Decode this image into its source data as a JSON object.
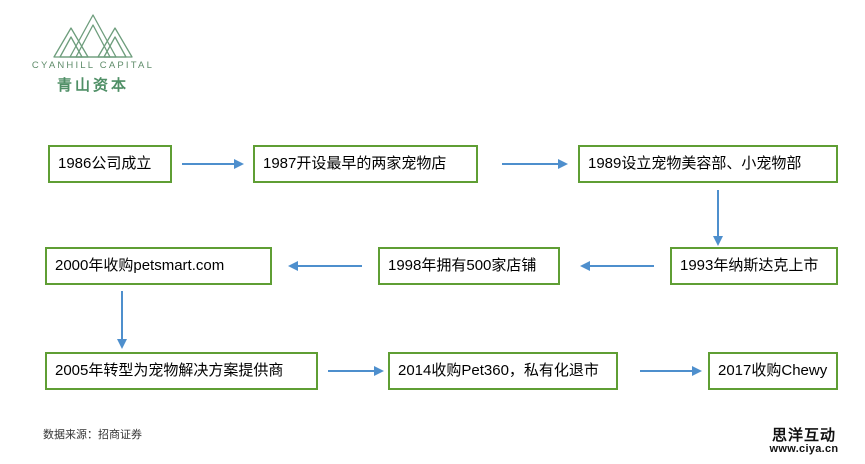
{
  "brand": {
    "mark": "mountain-logo",
    "wordmark": "CYANHILL CAPITAL",
    "name_cn": "青山资本",
    "color": "#5f8c6a"
  },
  "theme": {
    "node_border": "#5f9e34",
    "node_fill": "#ffffff",
    "arrow": "#4e8fcd",
    "text": "#000000",
    "background": "#ffffff"
  },
  "diagram": {
    "type": "timeline-flowchart",
    "nodes": [
      {
        "id": "n1986",
        "label": "1986公司成立"
      },
      {
        "id": "n1987",
        "label": "1987开设最早的两家宠物店"
      },
      {
        "id": "n1989",
        "label": "1989设立宠物美容部、小宠物部"
      },
      {
        "id": "n1993",
        "label": "1993年纳斯达克上市"
      },
      {
        "id": "n1998",
        "label": "1998年拥有500家店铺"
      },
      {
        "id": "n2000",
        "label": "2000年收购petsmart.com"
      },
      {
        "id": "n2005",
        "label": "2005年转型为宠物解决方案提供商"
      },
      {
        "id": "n2014",
        "label": "2014收购Pet360，私有化退市"
      },
      {
        "id": "n2017",
        "label": "2017收购Chewy"
      }
    ],
    "edges": [
      {
        "from": "n1986",
        "to": "n1987",
        "direction": "right"
      },
      {
        "from": "n1987",
        "to": "n1989",
        "direction": "right"
      },
      {
        "from": "n1989",
        "to": "n1993",
        "direction": "down"
      },
      {
        "from": "n1993",
        "to": "n1998",
        "direction": "left"
      },
      {
        "from": "n1998",
        "to": "n2000",
        "direction": "left"
      },
      {
        "from": "n2000",
        "to": "n2005",
        "direction": "down"
      },
      {
        "from": "n2005",
        "to": "n2014",
        "direction": "right"
      },
      {
        "from": "n2014",
        "to": "n2017",
        "direction": "right"
      }
    ]
  },
  "footer": {
    "source": "数据来源：招商证券"
  },
  "watermark": {
    "name_cn": "思洋互动",
    "url": "www.ciya.cn"
  }
}
